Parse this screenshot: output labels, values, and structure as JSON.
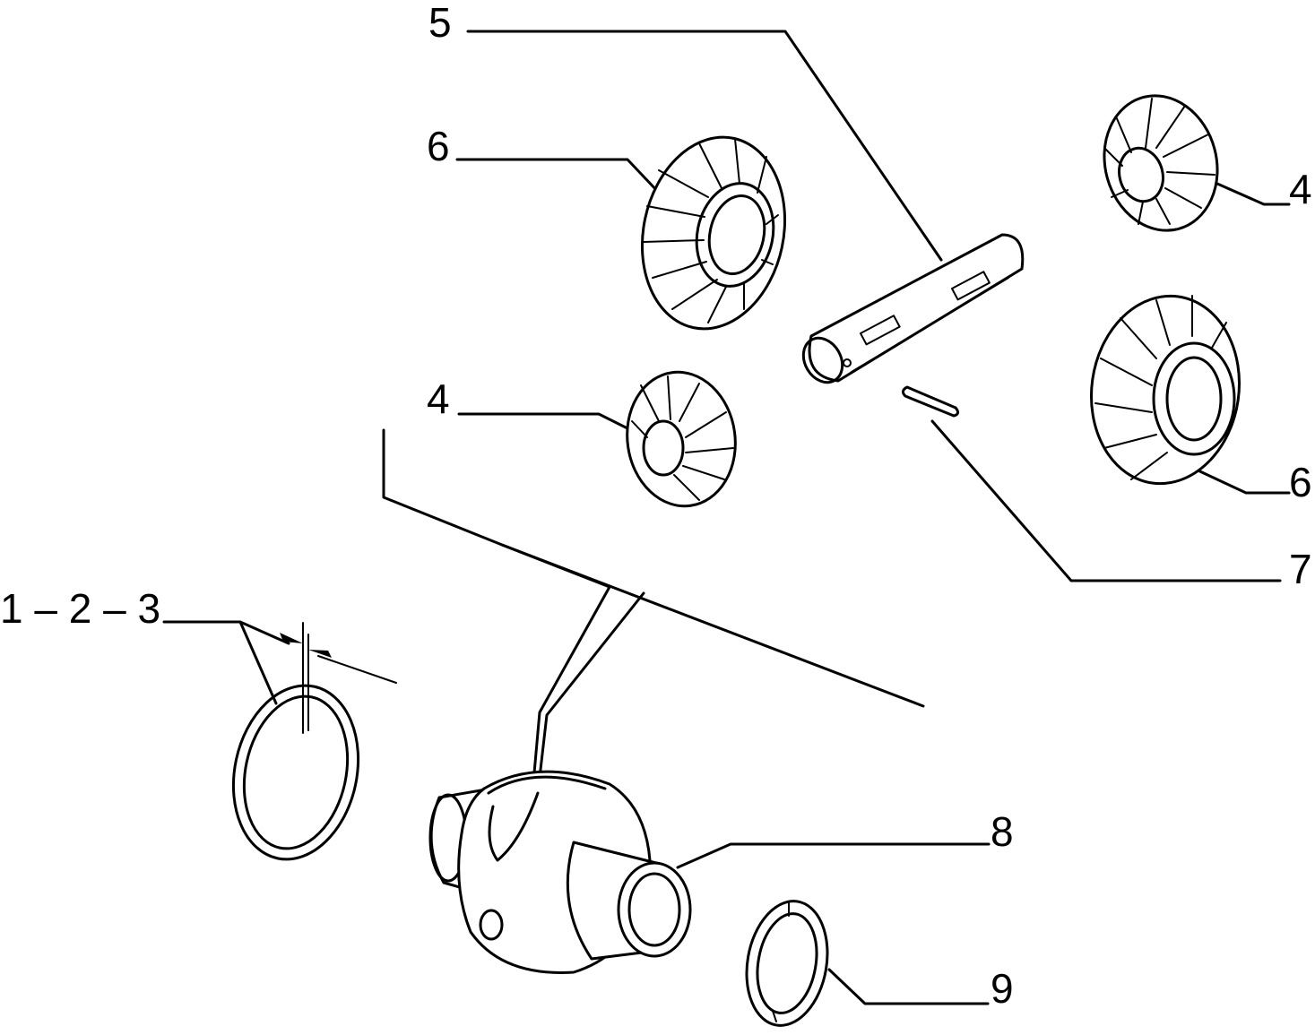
{
  "callouts": {
    "c5": "5",
    "c6_upper": "6",
    "c4_upper": "4",
    "c4_lower": "4",
    "c6_lower": "6",
    "c7": "7",
    "c123": "1 – 2 – 3",
    "c8": "8",
    "c9": "9"
  },
  "colors": {
    "line": "#000000",
    "background": "#ffffff"
  }
}
